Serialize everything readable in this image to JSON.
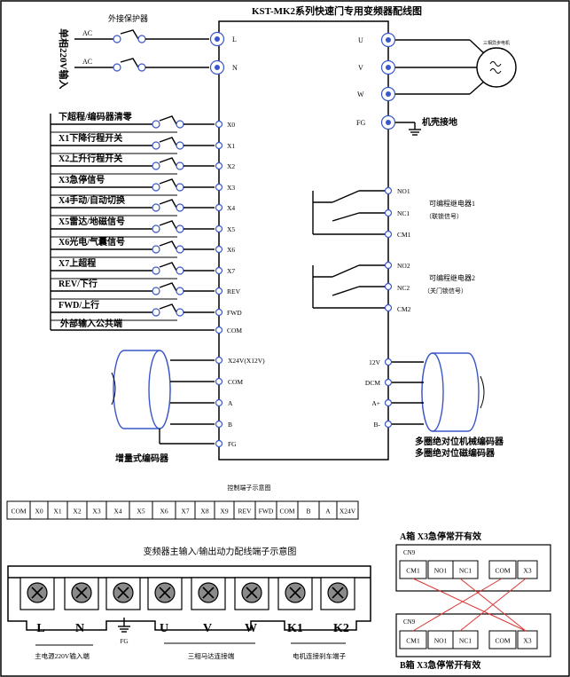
{
  "title": "KST-MK2系列快速门专用变频器配线图",
  "power_input": {
    "label": "单相220V输入",
    "breaker_label": "外接保护器",
    "lines": [
      {
        "name": "AC",
        "terminal": "L"
      },
      {
        "name": "AC",
        "terminal": "N"
      }
    ]
  },
  "motor": {
    "label": "三相异步电机",
    "terminals": [
      "U",
      "V",
      "W"
    ]
  },
  "ground": {
    "terminal": "FG",
    "label": "机壳接地"
  },
  "inputs": [
    {
      "label": "下超程/编码器清零",
      "terminal": "X0"
    },
    {
      "label": "X1下降行程开关",
      "terminal": "X1"
    },
    {
      "label": "X2上升行程开关",
      "terminal": "X2"
    },
    {
      "label": "X3急停信号",
      "terminal": "X3"
    },
    {
      "label": "X4手动/自动切换",
      "terminal": "X4"
    },
    {
      "label": "X5雷达/地磁信号",
      "terminal": "X5"
    },
    {
      "label": "X6光电/气囊信号",
      "terminal": "X6"
    },
    {
      "label": "X7上超程",
      "terminal": "X7"
    },
    {
      "label": "REV/下行",
      "terminal": "REV"
    },
    {
      "label": "FWD/上行",
      "terminal": "FWD"
    }
  ],
  "input_common": {
    "label": "外部输入公共端",
    "terminal": "COM"
  },
  "relays": [
    {
      "terminals": [
        "NO1",
        "NC1",
        "CM1"
      ],
      "label": "可编程继电器1",
      "sublabel": "（联锁信号）"
    },
    {
      "terminals": [
        "NO2",
        "NC2",
        "CM2"
      ],
      "label": "可编程继电器2",
      "sublabel": "（关门锁信号）"
    }
  ],
  "incremental_encoder": {
    "label": "增量式编码器",
    "terminals": [
      "X24V(X12V)",
      "COM",
      "A",
      "B",
      "FG"
    ]
  },
  "absolute_encoder": {
    "label_line1": "多圈绝对位机械编码器",
    "label_line2": "多圈绝对位磁编码器",
    "terminals": [
      "12V",
      "DCM",
      "A+",
      "B-"
    ]
  },
  "control_terminal_strip": {
    "title": "控制端子示意图",
    "cells": [
      "COM",
      "X0",
      "X1",
      "X2",
      "X3",
      "X4",
      "X5",
      "X6",
      "X7",
      "X8",
      "X9",
      "REV",
      "FWD",
      "COM",
      "B",
      "A",
      "X24V"
    ]
  },
  "power_terminal_strip": {
    "title": "变频器主输入/输出动力配线端子示意图",
    "terminals": [
      "L",
      "N",
      "FG",
      "U",
      "V",
      "W",
      "K1",
      "K2"
    ],
    "group_labels": [
      "主电源220V输入端",
      "三相马达连接端",
      "电机连接刹车端子"
    ]
  },
  "x3_box_a": {
    "title": "A箱 X3急停常开有效",
    "cn": "CN9",
    "cells": [
      "CM1",
      "NO1",
      "NC1",
      "COM",
      "X3"
    ]
  },
  "x3_box_b": {
    "title": "B箱 X3急停常开有效",
    "cn": "CN9",
    "cells": [
      "CM1",
      "NO1",
      "NC1",
      "COM",
      "X3"
    ]
  }
}
